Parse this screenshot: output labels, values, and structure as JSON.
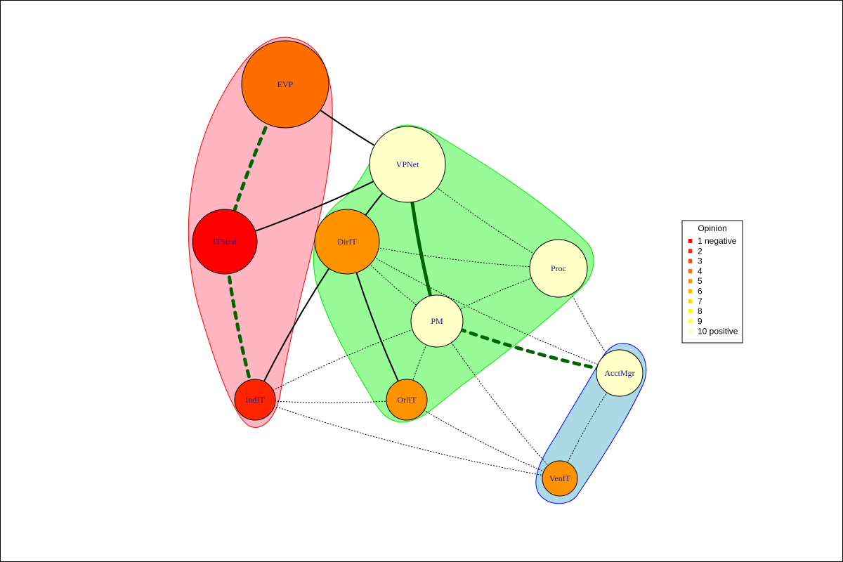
{
  "legend": {
    "title": "Opinion",
    "items": [
      {
        "label": "1 negative",
        "color": "#ff0000"
      },
      {
        "label": "2",
        "color": "#ff2400"
      },
      {
        "label": "3",
        "color": "#ff4900"
      },
      {
        "label": "4",
        "color": "#ff6d00"
      },
      {
        "label": "5",
        "color": "#ff9200"
      },
      {
        "label": "6",
        "color": "#ffb600"
      },
      {
        "label": "7",
        "color": "#ffdb00"
      },
      {
        "label": "8",
        "color": "#ffff00"
      },
      {
        "label": "9",
        "color": "#ffff40"
      },
      {
        "label": "10 positive",
        "color": "#ffffc8"
      }
    ]
  },
  "groups": [
    {
      "name": "group-red",
      "fill": "#ffb6c1",
      "stroke": "#ff0000",
      "members": [
        "EVP",
        "ITStrat",
        "IndIT"
      ]
    },
    {
      "name": "group-green",
      "fill": "#98fb98",
      "stroke": "#00ee00",
      "members": [
        "VPNet",
        "DirIT",
        "Proc",
        "PM",
        "OrlIT"
      ]
    },
    {
      "name": "group-blue",
      "fill": "#add8e6",
      "stroke": "#0000ff",
      "members": [
        "AcctMgr",
        "VenIT"
      ]
    }
  ],
  "nodes": [
    {
      "id": "EVP",
      "label": "EVP",
      "opinion": 4,
      "color": "#ff6d00"
    },
    {
      "id": "VPNet",
      "label": "VPNet",
      "opinion": 10,
      "color": "#ffffc8"
    },
    {
      "id": "ITStrat",
      "label": "ITStrat",
      "opinion": 1,
      "color": "#ff0000"
    },
    {
      "id": "DirIT",
      "label": "DirIT",
      "opinion": 5,
      "color": "#ff9200"
    },
    {
      "id": "Proc",
      "label": "Proc",
      "opinion": 10,
      "color": "#ffffc8"
    },
    {
      "id": "PM",
      "label": "PM",
      "opinion": 10,
      "color": "#ffffc8"
    },
    {
      "id": "IndIT",
      "label": "IndIT",
      "opinion": 2,
      "color": "#ff2400"
    },
    {
      "id": "OrlIT",
      "label": "OrlIT",
      "opinion": 5,
      "color": "#ff9200"
    },
    {
      "id": "AcctMgr",
      "label": "AcctMgr",
      "opinion": 10,
      "color": "#ffffc8"
    },
    {
      "id": "VenIT",
      "label": "VenIT",
      "opinion": 5,
      "color": "#ff9200"
    }
  ],
  "edges": [
    {
      "from": "EVP",
      "to": "VPNet",
      "style": "solid",
      "color": "#000000"
    },
    {
      "from": "EVP",
      "to": "ITStrat",
      "style": "thick-dashed",
      "color": "#006400"
    },
    {
      "from": "ITStrat",
      "to": "VPNet",
      "style": "solid",
      "color": "#000000"
    },
    {
      "from": "ITStrat",
      "to": "IndIT",
      "style": "thick-dashed",
      "color": "#006400"
    },
    {
      "from": "VPNet",
      "to": "DirIT",
      "style": "solid",
      "color": "#000000"
    },
    {
      "from": "VPNet",
      "to": "PM",
      "style": "thick-solid",
      "color": "#006400"
    },
    {
      "from": "VPNet",
      "to": "Proc",
      "style": "dotted",
      "color": "#000000"
    },
    {
      "from": "DirIT",
      "to": "IndIT",
      "style": "solid",
      "color": "#000000"
    },
    {
      "from": "DirIT",
      "to": "OrlIT",
      "style": "solid",
      "color": "#000000"
    },
    {
      "from": "DirIT",
      "to": "Proc",
      "style": "dotted",
      "color": "#000000"
    },
    {
      "from": "DirIT",
      "to": "PM",
      "style": "dotted",
      "color": "#000000"
    },
    {
      "from": "DirIT",
      "to": "AcctMgr",
      "style": "dotted",
      "color": "#000000"
    },
    {
      "from": "Proc",
      "to": "PM",
      "style": "dotted",
      "color": "#000000"
    },
    {
      "from": "Proc",
      "to": "AcctMgr",
      "style": "dotted",
      "color": "#000000"
    },
    {
      "from": "PM",
      "to": "AcctMgr",
      "style": "thick-dashed",
      "color": "#006400"
    },
    {
      "from": "PM",
      "to": "IndIT",
      "style": "dotted",
      "color": "#000000"
    },
    {
      "from": "PM",
      "to": "OrlIT",
      "style": "dotted",
      "color": "#000000"
    },
    {
      "from": "PM",
      "to": "VenIT",
      "style": "dotted",
      "color": "#000000"
    },
    {
      "from": "IndIT",
      "to": "OrlIT",
      "style": "dotted",
      "color": "#000000"
    },
    {
      "from": "IndIT",
      "to": "VenIT",
      "style": "dotted",
      "color": "#000000"
    },
    {
      "from": "OrlIT",
      "to": "VenIT",
      "style": "dotted",
      "color": "#000000"
    },
    {
      "from": "AcctMgr",
      "to": "VenIT",
      "style": "dotted",
      "color": "#000000"
    }
  ]
}
